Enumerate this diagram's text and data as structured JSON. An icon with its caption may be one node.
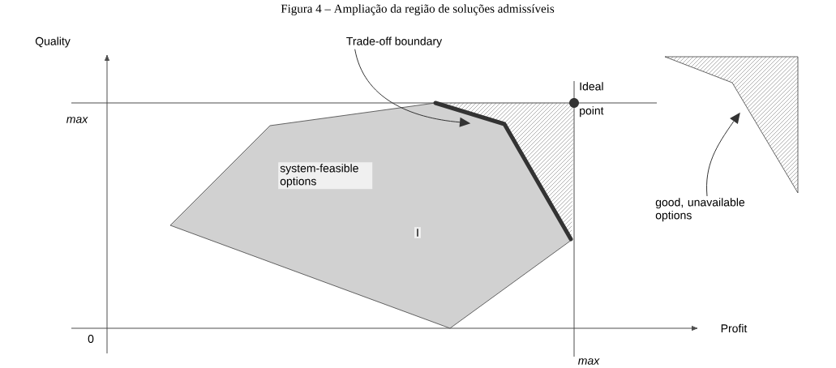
{
  "diagram": {
    "title": "Figura 4 – Ampliação da região de soluções admissíveis",
    "nodes": [
      {
        "text": [
          "Trade-off boundary"
        ]
      },
      {
        "text": [],
        "shape": "bar",
        "in": 4
      },
      {
        "text": [
          "good, unavailable options"
        ]
      },
      {
        "text": [],
        "shape": "triangle"
      },
      {
        "text": [
          "system-feasible options",
          "I"
        ]
      }
    ],
    "edges": [
      {
        "from": 0,
        "to": 1,
        "arrow": "to"
      },
      {
        "from": 2,
        "to": 3,
        "arrow": "to"
      }
    ],
    "labels": [
      "Quality",
      "max",
      "0",
      "Profit",
      "max",
      "Ideal point"
    ]
  }
}
